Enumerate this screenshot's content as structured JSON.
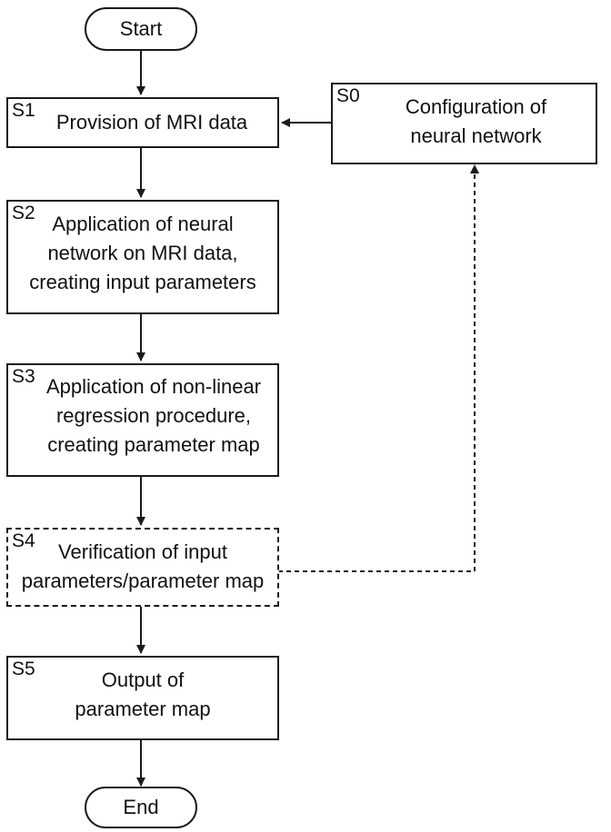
{
  "start": {
    "label": "Start"
  },
  "end": {
    "label": "End"
  },
  "steps": [
    {
      "id": "S0",
      "text": "Configuration of\nneural network"
    },
    {
      "id": "S1",
      "text": "Provision of MRI data"
    },
    {
      "id": "S2",
      "text": "Application of neural\nnetwork on MRI data,\ncreating input parameters"
    },
    {
      "id": "S3",
      "text": "Application of non-linear\nregression procedure,\ncreating parameter map"
    },
    {
      "id": "S4",
      "text": "Verification of input\nparameters/parameter map"
    },
    {
      "id": "S5",
      "text": "Output of\nparameter map"
    }
  ]
}
